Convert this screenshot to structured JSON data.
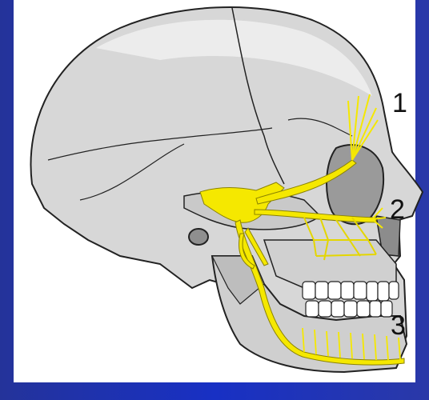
{
  "diagram": {
    "labels": [
      "1",
      "2",
      "3"
    ],
    "colors": {
      "background": "#1e2aa8",
      "panel": "#ffffff",
      "bone": "#d7d7d7",
      "bone_shadow": "#a9a9a9",
      "outline": "#222222",
      "nerve": "#f5e800",
      "nerve_outline": "#8a8200",
      "teeth": "#ffffff"
    }
  }
}
